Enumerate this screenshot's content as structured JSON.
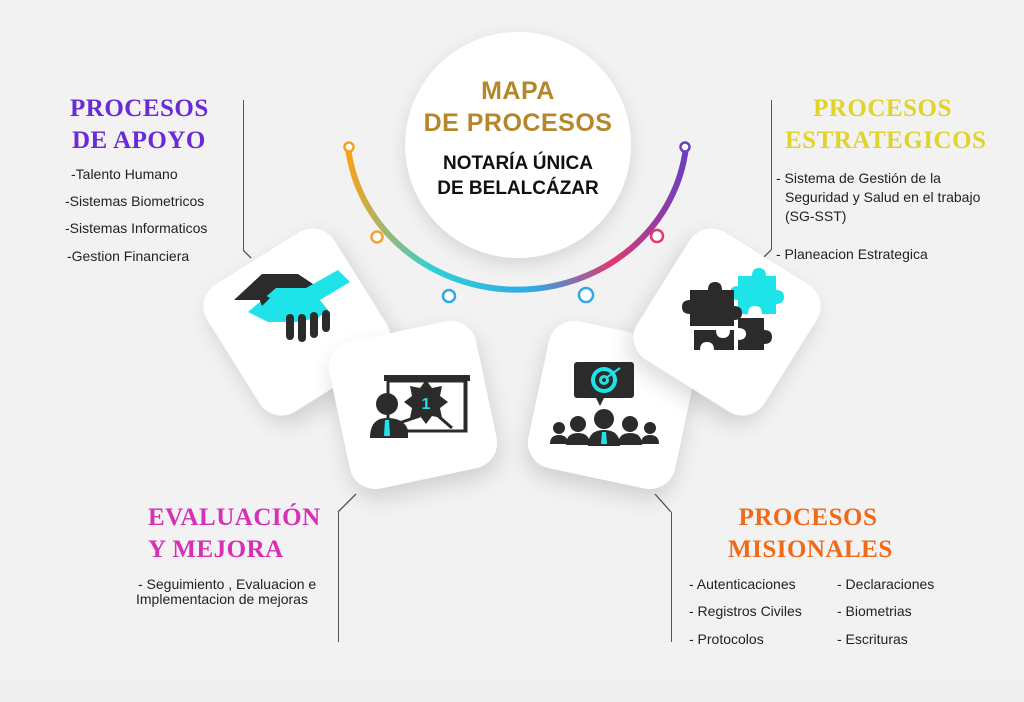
{
  "center": {
    "title_line1": "MAPA",
    "title_line2": "DE PROCESOS",
    "subtitle_line1": "NOTARÍA ÚNICA",
    "subtitle_line2": "DE BELALCÁZAR"
  },
  "apoyo": {
    "title_line1": "PROCESOS",
    "title_line2": "DE APOYO",
    "items": [
      "-Talento Humano",
      "-Sistemas Biometricos",
      "-Sistemas Informaticos",
      "-Gestion Financiera"
    ]
  },
  "estrategicos": {
    "title_line1": "PROCESOS",
    "title_line2": "ESTRATEGICOS",
    "items": [
      "- Sistema de Gestión de la",
      "Seguridad y Salud en el trabajo",
      "(SG-SST)",
      "- Planeacion Estrategica"
    ]
  },
  "evaluacion": {
    "title_line1": "EVALUACIÓN",
    "title_line2": "Y MEJORA",
    "items": [
      "- Seguimiento , Evaluacion e",
      "Implementacion de mejoras"
    ]
  },
  "misionales": {
    "title_line1": "PROCESOS",
    "title_line2": "MISIONALES",
    "col1": [
      "- Autenticaciones",
      "- Registros Civiles",
      "- Protocolos"
    ],
    "col2": [
      "- Declaraciones",
      "- Biometrias",
      "- Escrituras"
    ]
  },
  "icons": {
    "apoyo": "handshake-icon",
    "evaluacion": "presentation-award-icon",
    "misionales": "team-target-icon",
    "estrategicos": "puzzle-icon"
  },
  "colors": {
    "accent_cyan": "#1ee3e8",
    "arc_orange": "#f7a21c",
    "arc_blue": "#2fa8e6",
    "arc_pink": "#e0386f",
    "arc_purple": "#6a3fc0",
    "icon_dark": "#2b2b2b"
  },
  "page_number_badge": "1"
}
